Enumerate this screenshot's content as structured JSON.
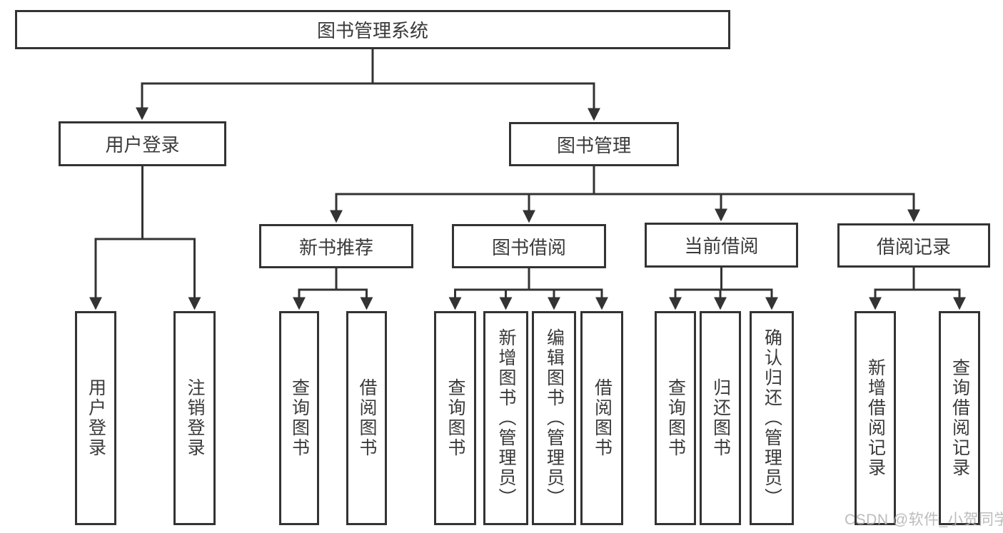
{
  "diagram": {
    "type": "tree",
    "title": "图书管理系统",
    "watermark": "CSDN @软件_小贺同学",
    "colors": {
      "line": "#333333",
      "box_border": "#333333",
      "text": "#3a3a3a",
      "background": "#ffffff",
      "watermark": "#b5b5b5"
    },
    "nodes": {
      "root": "图书管理系统",
      "user_login": "用户登录",
      "book_mgmt": "图书管理",
      "new_book_rec": "新书推荐",
      "book_borrow": "图书借阅",
      "current_borrow": "当前借阅",
      "borrow_records": "借阅记录"
    },
    "leaves": [
      {
        "parent": "user_login",
        "label": "用户登录"
      },
      {
        "parent": "user_login",
        "label": "注销登录"
      },
      {
        "parent": "new_book_rec",
        "label": "查询图书"
      },
      {
        "parent": "new_book_rec",
        "label": "借阅图书"
      },
      {
        "parent": "book_borrow",
        "label": "查询图书"
      },
      {
        "parent": "book_borrow",
        "label": "新增图书（管理员）"
      },
      {
        "parent": "book_borrow",
        "label": "编辑图书（管理员）"
      },
      {
        "parent": "book_borrow",
        "label": "借阅图书"
      },
      {
        "parent": "current_borrow",
        "label": "查询图书"
      },
      {
        "parent": "current_borrow",
        "label": "归还图书"
      },
      {
        "parent": "current_borrow",
        "label": "确认归还（管理员）"
      },
      {
        "parent": "borrow_records",
        "label": "新增借阅记录"
      },
      {
        "parent": "borrow_records",
        "label": "查询借阅记录"
      }
    ]
  }
}
